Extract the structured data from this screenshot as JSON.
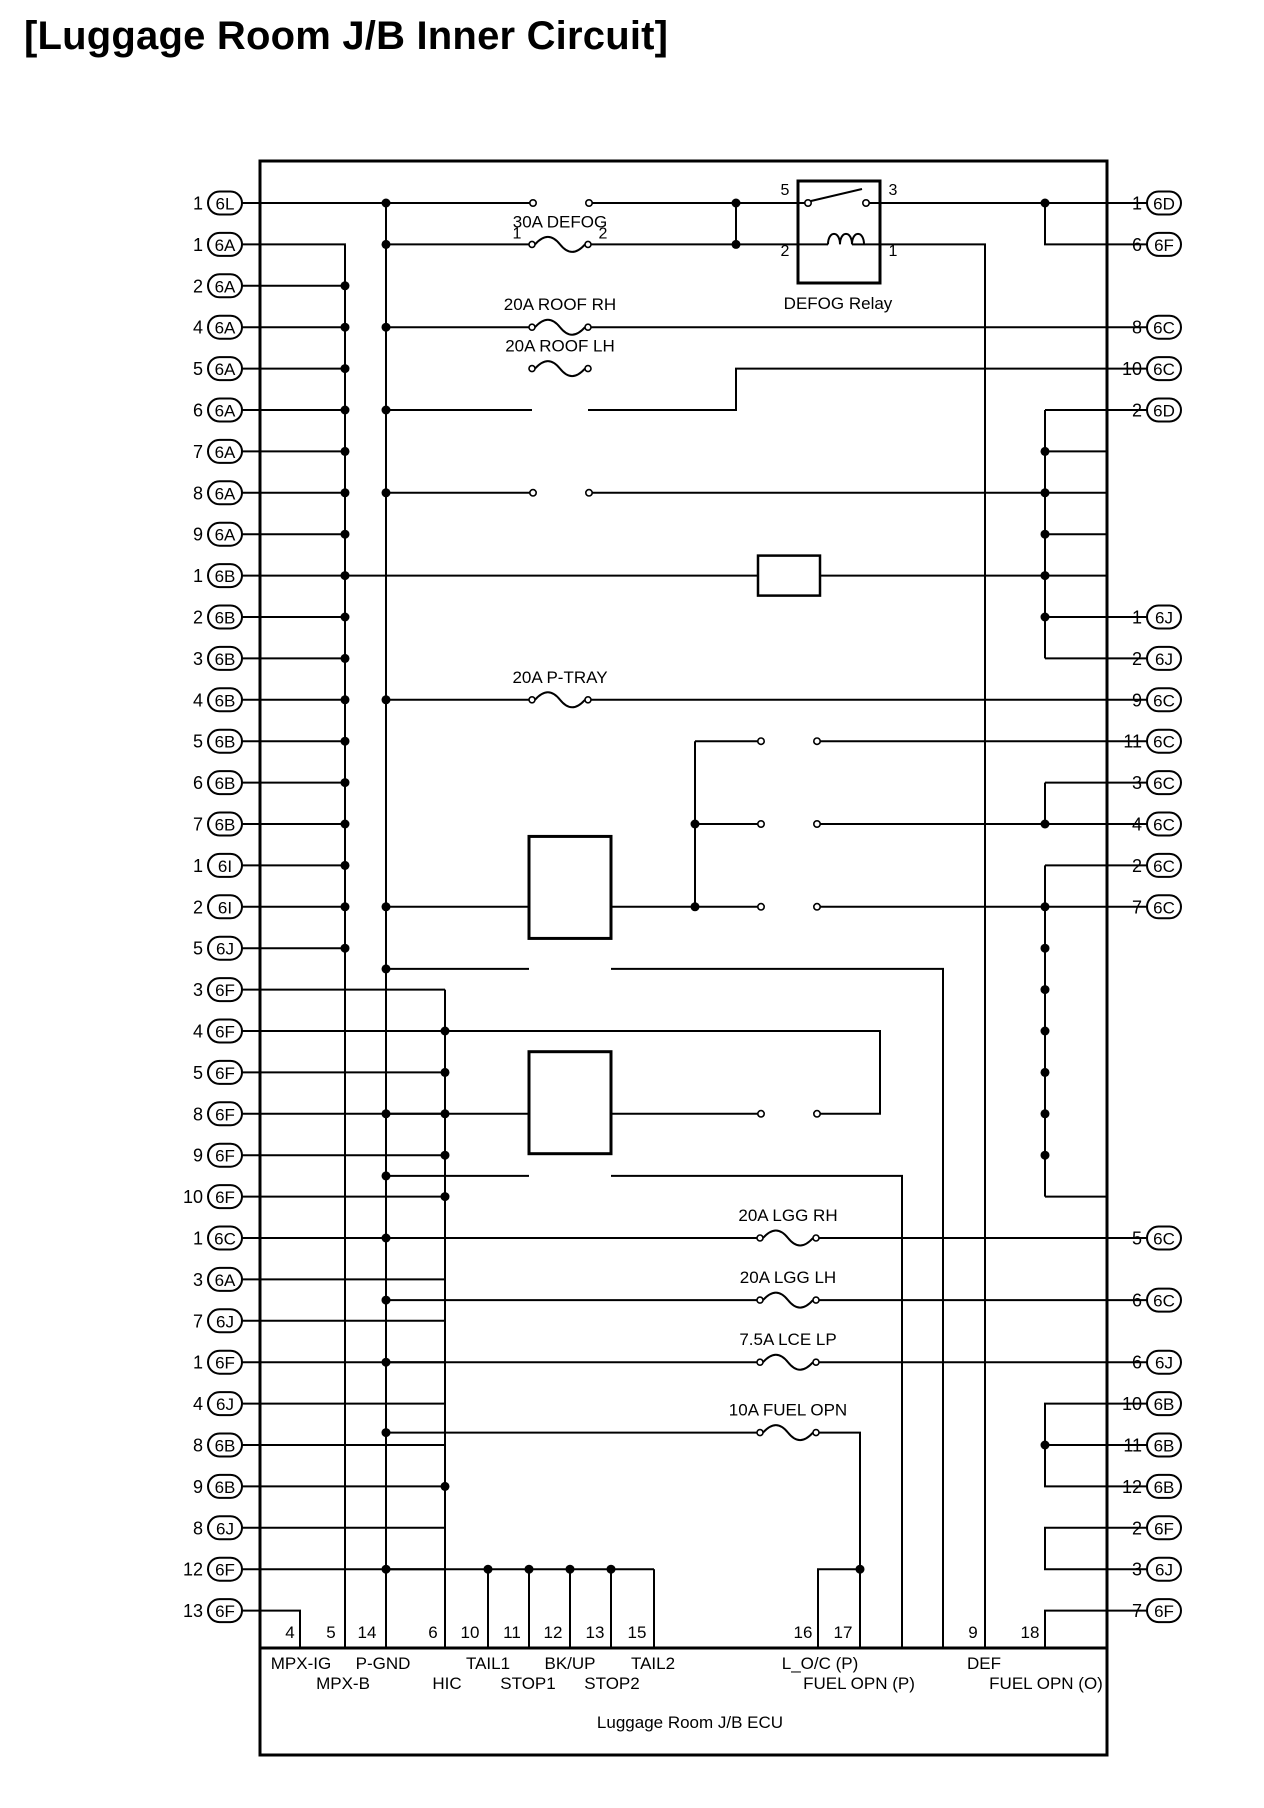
{
  "title": "[Luggage Room J/B Inner Circuit]",
  "ecu_label": "Luggage Room J/B ECU",
  "left_pins": [
    {
      "pin": "1",
      "conn": "6L"
    },
    {
      "pin": "1",
      "conn": "6A"
    },
    {
      "pin": "2",
      "conn": "6A"
    },
    {
      "pin": "4",
      "conn": "6A"
    },
    {
      "pin": "5",
      "conn": "6A"
    },
    {
      "pin": "6",
      "conn": "6A"
    },
    {
      "pin": "7",
      "conn": "6A"
    },
    {
      "pin": "8",
      "conn": "6A"
    },
    {
      "pin": "9",
      "conn": "6A"
    },
    {
      "pin": "1",
      "conn": "6B"
    },
    {
      "pin": "2",
      "conn": "6B"
    },
    {
      "pin": "3",
      "conn": "6B"
    },
    {
      "pin": "4",
      "conn": "6B"
    },
    {
      "pin": "5",
      "conn": "6B"
    },
    {
      "pin": "6",
      "conn": "6B"
    },
    {
      "pin": "7",
      "conn": "6B"
    },
    {
      "pin": "1",
      "conn": "6I"
    },
    {
      "pin": "2",
      "conn": "6I"
    },
    {
      "pin": "5",
      "conn": "6J"
    },
    {
      "pin": "3",
      "conn": "6F"
    },
    {
      "pin": "4",
      "conn": "6F"
    },
    {
      "pin": "5",
      "conn": "6F"
    },
    {
      "pin": "8",
      "conn": "6F"
    },
    {
      "pin": "9",
      "conn": "6F"
    },
    {
      "pin": "10",
      "conn": "6F"
    },
    {
      "pin": "1",
      "conn": "6C"
    },
    {
      "pin": "3",
      "conn": "6A"
    },
    {
      "pin": "7",
      "conn": "6J"
    },
    {
      "pin": "1",
      "conn": "6F"
    },
    {
      "pin": "4",
      "conn": "6J"
    },
    {
      "pin": "8",
      "conn": "6B"
    },
    {
      "pin": "9",
      "conn": "6B"
    },
    {
      "pin": "8",
      "conn": "6J"
    },
    {
      "pin": "12",
      "conn": "6F"
    },
    {
      "pin": "13",
      "conn": "6F"
    }
  ],
  "right_pins": [
    {
      "row": 0,
      "pin": "1",
      "conn": "6D"
    },
    {
      "row": 1,
      "pin": "6",
      "conn": "6F"
    },
    {
      "row": 3,
      "pin": "8",
      "conn": "6C"
    },
    {
      "row": 4,
      "pin": "10",
      "conn": "6C"
    },
    {
      "row": 5,
      "pin": "2",
      "conn": "6D"
    },
    {
      "row": 10,
      "pin": "1",
      "conn": "6J"
    },
    {
      "row": 11,
      "pin": "2",
      "conn": "6J"
    },
    {
      "row": 12,
      "pin": "9",
      "conn": "6C"
    },
    {
      "row": 13,
      "pin": "11",
      "conn": "6C"
    },
    {
      "row": 14,
      "pin": "3",
      "conn": "6C"
    },
    {
      "row": 15,
      "pin": "4",
      "conn": "6C"
    },
    {
      "row": 16,
      "pin": "2",
      "conn": "6C"
    },
    {
      "row": 17,
      "pin": "7",
      "conn": "6C"
    },
    {
      "row": 25,
      "pin": "5",
      "conn": "6C"
    },
    {
      "row": 26.5,
      "pin": "6",
      "conn": "6C"
    },
    {
      "row": 28,
      "pin": "6",
      "conn": "6J"
    },
    {
      "row": 29,
      "pin": "10",
      "conn": "6B"
    },
    {
      "row": 30,
      "pin": "11",
      "conn": "6B"
    },
    {
      "row": 31,
      "pin": "12",
      "conn": "6B"
    },
    {
      "row": 32,
      "pin": "2",
      "conn": "6F"
    },
    {
      "row": 33,
      "pin": "3",
      "conn": "6J"
    },
    {
      "row": 34,
      "pin": "7",
      "conn": "6F"
    }
  ],
  "fuses": [
    {
      "label": "30A DEFOG",
      "pin_a": "1",
      "pin_b": "2"
    },
    {
      "label": "20A ROOF RH"
    },
    {
      "label": "20A ROOF LH"
    },
    {
      "label": "20A P-TRAY"
    },
    {
      "label": "20A LGG RH"
    },
    {
      "label": "20A LGG LH"
    },
    {
      "label": "7.5A LCE LP"
    },
    {
      "label": "10A FUEL OPN"
    }
  ],
  "relay": {
    "label": "DEFOG Relay",
    "pins": [
      "5",
      "3",
      "2",
      "1"
    ]
  },
  "ecu_terminals": [
    "4",
    "5",
    "14",
    "6",
    "10",
    "11",
    "12",
    "13",
    "15",
    "16",
    "17",
    "9",
    "18"
  ],
  "ecu_signals": [
    "MPX-IG",
    "P-GND",
    "MPX-B",
    "HIC",
    "TAIL1",
    "STOP1",
    "BK/UP",
    "STOP2",
    "TAIL2",
    "L_O/C (P)",
    "FUEL OPN (P)",
    "DEF",
    "FUEL OPN (O)"
  ]
}
